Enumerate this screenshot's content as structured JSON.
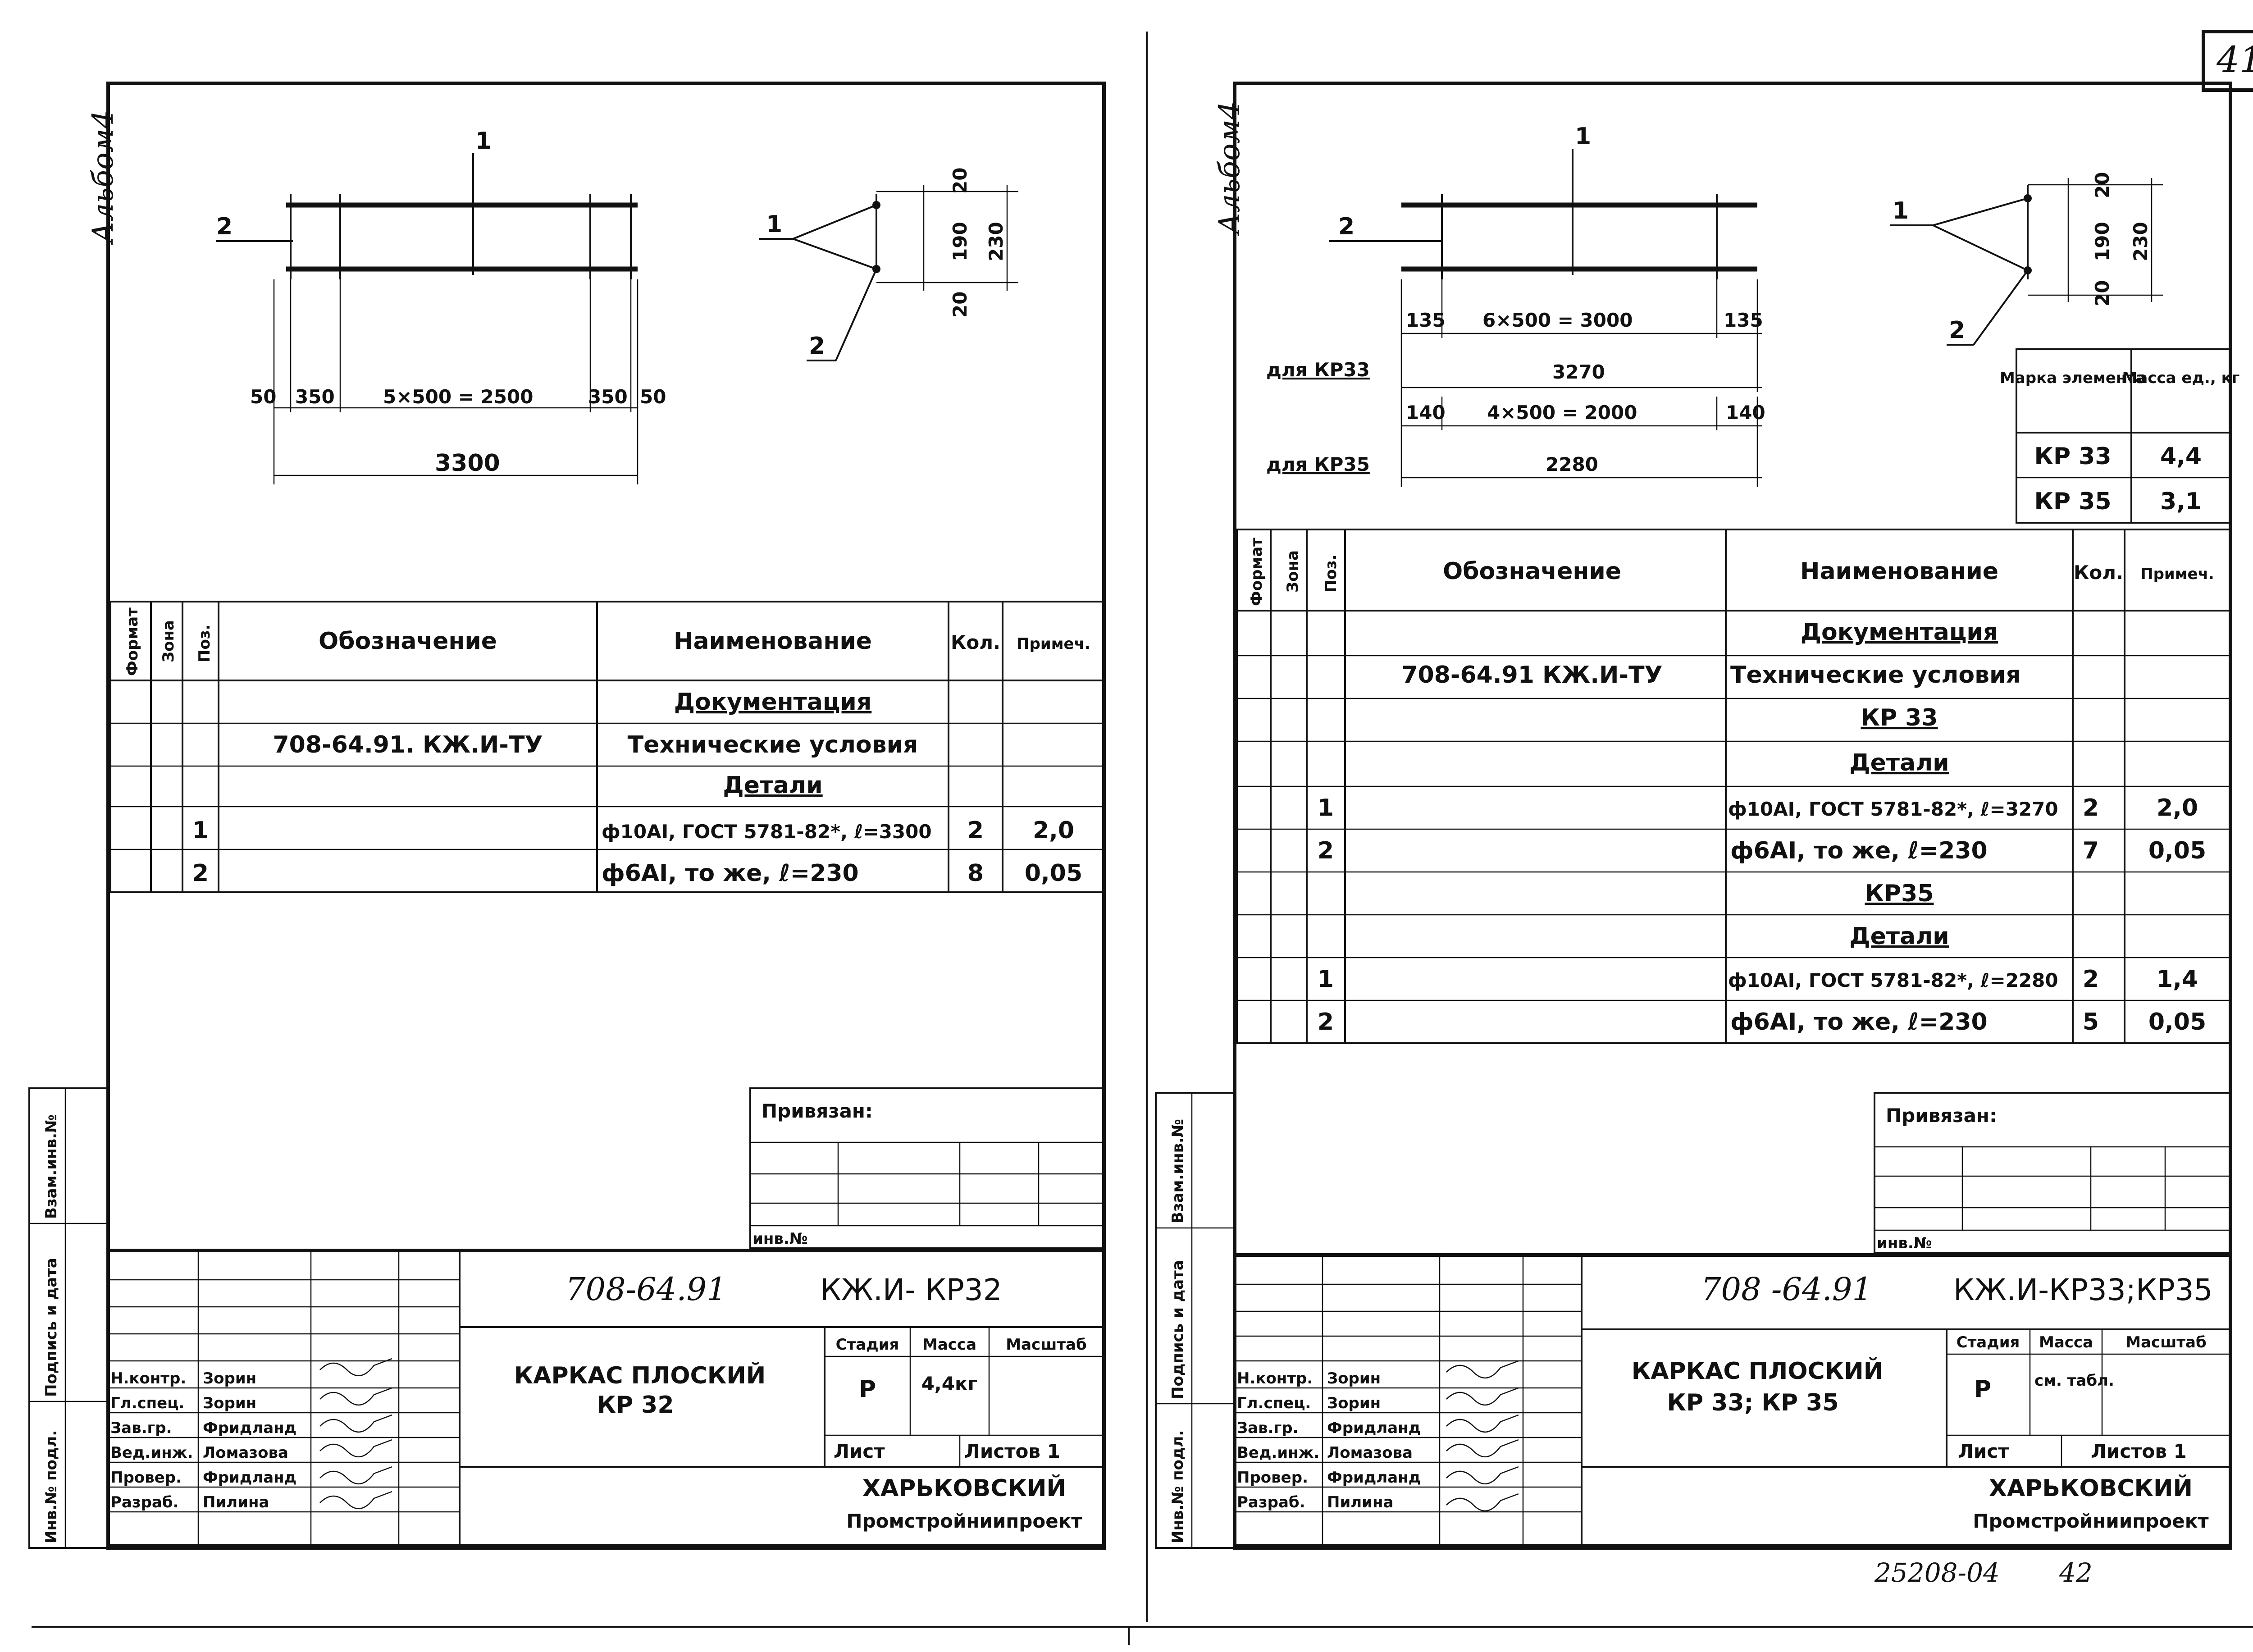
{
  "page_number": "41",
  "bottom_code": "25208-04",
  "bottom_page": "42",
  "left": {
    "album": "Альбом4",
    "callouts": {
      "pos1": "1",
      "pos2": "2",
      "sec1": "1",
      "sec2": "2"
    },
    "dims": {
      "a": "50",
      "b": "350",
      "mid": "5×500 = 2500",
      "c": "350",
      "d": "50",
      "total": "3300",
      "s_top": "20",
      "s_mid": "190",
      "s_bot": "20",
      "s_total": "230"
    },
    "spec_headers": {
      "format": "Формат",
      "zona": "Зона",
      "poz": "Поз.",
      "oboz": "Обозначение",
      "naim": "Наименование",
      "kol": "Кол.",
      "prim": "Примеч."
    },
    "rows": [
      {
        "poz": "",
        "oboz": "",
        "naim": "Документация",
        "kol": "",
        "prim": ""
      },
      {
        "poz": "",
        "oboz": "708-64.91. КЖ.И-ТУ",
        "naim": "Технические условия",
        "kol": "",
        "prim": ""
      },
      {
        "poz": "",
        "oboz": "",
        "naim": "Детали",
        "kol": "",
        "prim": ""
      },
      {
        "poz": "1",
        "oboz": "",
        "naim": "ф10АI, ГОСТ 5781-82*, ℓ=3300",
        "kol": "2",
        "prim": "2,0"
      },
      {
        "poz": "2",
        "oboz": "",
        "naim": "ф6АI, то же, ℓ=230",
        "kol": "8",
        "prim": "0,05"
      }
    ],
    "privyazan": "Привязан:",
    "inv_no": "инв.№",
    "side_labels": {
      "vzam": "Взам.инв.№",
      "podpis": "Подпись и дата",
      "inv_podl": "Инв.№ подл."
    },
    "stamp": {
      "code": "708-64.91",
      "mark": "КЖ.И- КР32",
      "title1": "КАРКАС ПЛОСКИЙ",
      "title2": "КР 32",
      "stadia_h": "Стадия",
      "massa_h": "Масса",
      "masshtab_h": "Масштаб",
      "stadia": "Р",
      "massa": "4,4кг",
      "masshtab": "",
      "list": "Лист",
      "listov": "Листов 1",
      "org1": "ХАРЬКОВСКИЙ",
      "org2": "Промстройниипроект",
      "people": [
        {
          "role": "Н.контр.",
          "name": "Зорин"
        },
        {
          "role": "Гл.спец.",
          "name": "Зорин"
        },
        {
          "role": "Зав.гр.",
          "name": "Фридланд"
        },
        {
          "role": "Вед.инж.",
          "name": "Ломазова"
        },
        {
          "role": "Провер.",
          "name": "Фридланд"
        },
        {
          "role": "Разраб.",
          "name": "Пилина"
        }
      ]
    }
  },
  "right": {
    "album": "Альбом4",
    "callouts": {
      "pos1": "1",
      "pos2": "2",
      "sec1": "1",
      "sec2": "2"
    },
    "dims": {
      "a": "135",
      "mid": "6×500 = 3000",
      "b": "135",
      "total33": "3270",
      "c": "140",
      "mid2": "4×500 = 2000",
      "d": "140",
      "total35": "2280",
      "for33": "для КР33",
      "for35": "для КР35",
      "s_top": "20",
      "s_mid": "190",
      "s_bot": "20",
      "s_total": "230"
    },
    "mass_table": {
      "h1": "Марка элемента",
      "h2": "Масса ед., кг",
      "rows": [
        {
          "mark": "КР 33",
          "mass": "4,4"
        },
        {
          "mark": "КР 35",
          "mass": "3,1"
        }
      ]
    },
    "spec_headers": {
      "format": "Формат",
      "zona": "Зона",
      "poz": "Поз.",
      "oboz": "Обозначение",
      "naim": "Наименование",
      "kol": "Кол.",
      "prim": "Примеч."
    },
    "rows": [
      {
        "poz": "",
        "oboz": "",
        "naim": "Документация",
        "kol": "",
        "prim": ""
      },
      {
        "poz": "",
        "oboz": "708-64.91 КЖ.И-ТУ",
        "naim": "Технические условия",
        "kol": "",
        "prim": ""
      },
      {
        "poz": "",
        "oboz": "",
        "naim": "КР 33",
        "kol": "",
        "prim": ""
      },
      {
        "poz": "",
        "oboz": "",
        "naim": "Детали",
        "kol": "",
        "prim": ""
      },
      {
        "poz": "1",
        "oboz": "",
        "naim": "ф10АI, ГОСТ 5781-82*, ℓ=3270",
        "kol": "2",
        "prim": "2,0"
      },
      {
        "poz": "2",
        "oboz": "",
        "naim": "ф6АI, то же, ℓ=230",
        "kol": "7",
        "prim": "0,05"
      },
      {
        "poz": "",
        "oboz": "",
        "naim": "КР35",
        "kol": "",
        "prim": ""
      },
      {
        "poz": "",
        "oboz": "",
        "naim": "Детали",
        "kol": "",
        "prim": ""
      },
      {
        "poz": "1",
        "oboz": "",
        "naim": "ф10АI, ГОСТ 5781-82*, ℓ=2280",
        "kol": "2",
        "prim": "1,4"
      },
      {
        "poz": "2",
        "oboz": "",
        "naim": "ф6АI, то же, ℓ=230",
        "kol": "5",
        "prim": "0,05"
      }
    ],
    "privyazan": "Привязан:",
    "inv_no": "инв.№",
    "side_labels": {
      "vzam": "Взам.инв.№",
      "podpis": "Подпись и дата",
      "inv_podl": "Инв.№ подл."
    },
    "stamp": {
      "code": "708 -64.91",
      "mark": "КЖ.И-КР33;КР35",
      "title1": "КАРКАС ПЛОСКИЙ",
      "title2": "КР 33; КР 35",
      "stadia_h": "Стадия",
      "massa_h": "Масса",
      "masshtab_h": "Масштаб",
      "stadia": "Р",
      "massa": "см. табл.",
      "masshtab": "",
      "list": "Лист",
      "listov": "Листов 1",
      "org1": "ХАРЬКОВСКИЙ",
      "org2": "Промстройниипроект",
      "people": [
        {
          "role": "Н.контр.",
          "name": "Зорин"
        },
        {
          "role": "Гл.спец.",
          "name": "Зорин"
        },
        {
          "role": "Зав.гр.",
          "name": "Фридланд"
        },
        {
          "role": "Вед.инж.",
          "name": "Ломазова"
        },
        {
          "role": "Провер.",
          "name": "Фридланд"
        },
        {
          "role": "Разраб.",
          "name": "Пилина"
        }
      ]
    }
  }
}
